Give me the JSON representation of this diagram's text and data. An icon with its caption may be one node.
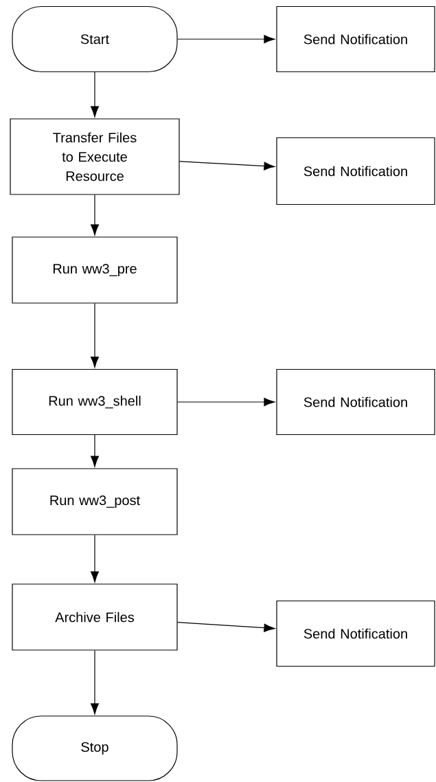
{
  "diagram": {
    "nodes": [
      {
        "text": [
          "Start"
        ]
      },
      {
        "text": [
          "Send Notification"
        ]
      },
      {
        "text": [
          "Transfer Files to Execute Resource"
        ]
      },
      {
        "text": [
          "Send Notification"
        ]
      },
      {
        "text": [
          "Run ww3_pre"
        ]
      },
      {
        "text": [
          "Run ww3_shell"
        ]
      },
      {
        "text": [
          "Send Notification"
        ]
      },
      {
        "text": [
          "Run ww3_post"
        ]
      },
      {
        "text": [
          "Archive Files"
        ]
      },
      {
        "text": [
          "Send Notification"
        ]
      },
      {
        "text": [
          "Stop"
        ]
      }
    ],
    "edges": [
      {
        "from": 0,
        "to": 1,
        "arrow": "to"
      },
      {
        "from": 0,
        "to": 2,
        "arrow": "to"
      },
      {
        "from": 2,
        "to": 3,
        "arrow": "to"
      },
      {
        "from": 2,
        "to": 4,
        "arrow": "to"
      },
      {
        "from": 4,
        "to": 5,
        "arrow": "to"
      },
      {
        "from": 5,
        "to": 6,
        "arrow": "to"
      },
      {
        "from": 5,
        "to": 7,
        "arrow": "to"
      },
      {
        "from": 7,
        "to": 8,
        "arrow": "to"
      },
      {
        "from": 8,
        "to": 9,
        "arrow": "to"
      },
      {
        "from": 8,
        "to": 10,
        "arrow": "to"
      }
    ]
  }
}
